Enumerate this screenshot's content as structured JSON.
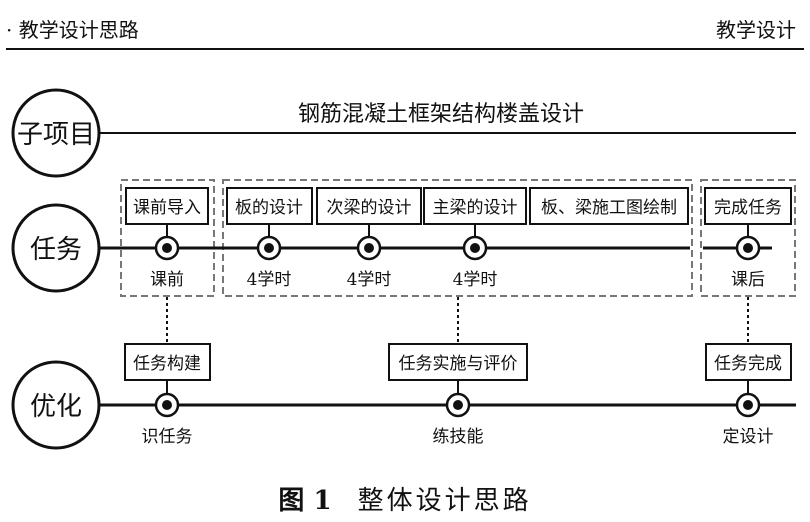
{
  "header": {
    "left": "· 教学设计思路",
    "right": "教学设计"
  },
  "rows": {
    "subproject": {
      "label": "子项目",
      "title": "钢筋混凝土框架结构楼盖设计"
    },
    "task": {
      "label": "任务",
      "groups": [
        {
          "boxes": [
            "课前导入"
          ],
          "nodes": [
            {
              "label": "课前"
            }
          ]
        },
        {
          "boxes": [
            "板的设计",
            "次梁的设计",
            "主梁的设计",
            "板、梁施工图绘制"
          ],
          "nodes": [
            {
              "label": "4学时"
            },
            {
              "label": "4学时"
            },
            {
              "label": "4学时"
            }
          ]
        },
        {
          "boxes": [
            "完成任务"
          ],
          "nodes": [
            {
              "label": "课后"
            }
          ]
        }
      ]
    },
    "optimize": {
      "label": "优化",
      "stages": [
        {
          "box": "任务构建",
          "node": "识任务"
        },
        {
          "box": "任务实施与评价",
          "node": "练技能"
        },
        {
          "box": "任务完成",
          "node": "定设计"
        }
      ]
    }
  },
  "caption": {
    "figure": "图 1",
    "title": "整体设计思路"
  }
}
